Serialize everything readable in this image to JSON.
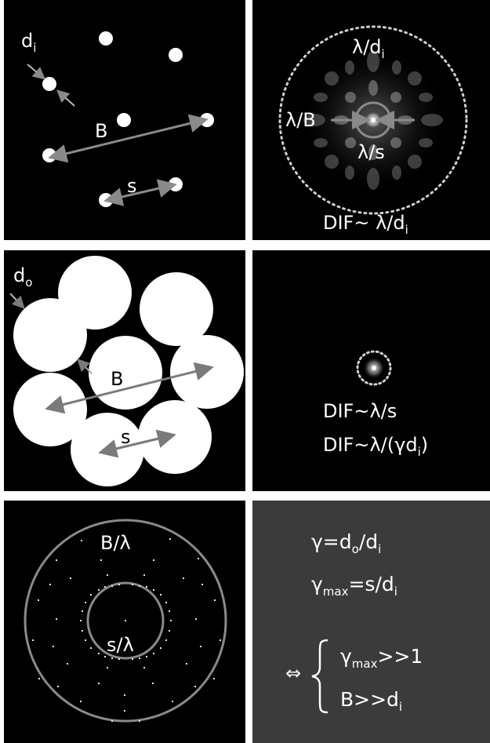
{
  "panels": {
    "p1": {
      "di_label": "d",
      "di_sub": "i",
      "B_label": "B",
      "s_label": "s"
    },
    "p2": {
      "top_label": "λ/d",
      "top_sub": "i",
      "left_label": "λ/B",
      "inner_label": "λ/s",
      "dif_label": "DIF~ λ/d",
      "dif_sub": "i"
    },
    "p3": {
      "do_label": "d",
      "do_sub": "o",
      "B_label": "B",
      "s_label": "s"
    },
    "p4": {
      "dif1": "DIF~λ/s",
      "dif2_a": "DIF~λ/(γd",
      "dif2_sub": "i",
      "dif2_b": ")"
    },
    "p5": {
      "outer_label": "B/λ",
      "inner_label": "s/λ"
    },
    "p6": {
      "eq1_a": "γ=d",
      "eq1_sub1": "o",
      "eq1_b": "/d",
      "eq1_sub2": "i",
      "eq2_a": "γ",
      "eq2_sub1": "max",
      "eq2_b": "=s/d",
      "eq2_sub2": "i",
      "iff_symbol": "⇔",
      "cond1_a": "γ",
      "cond1_sub": "max",
      "cond1_b": ">>1",
      "cond2_a": "B>>d",
      "cond2_sub": "i"
    }
  },
  "colors": {
    "panel_bg": "#000000",
    "summary_bg": "#3b3b3b",
    "arrow_gray": "#8a8a8a",
    "text": "#ffffff"
  }
}
